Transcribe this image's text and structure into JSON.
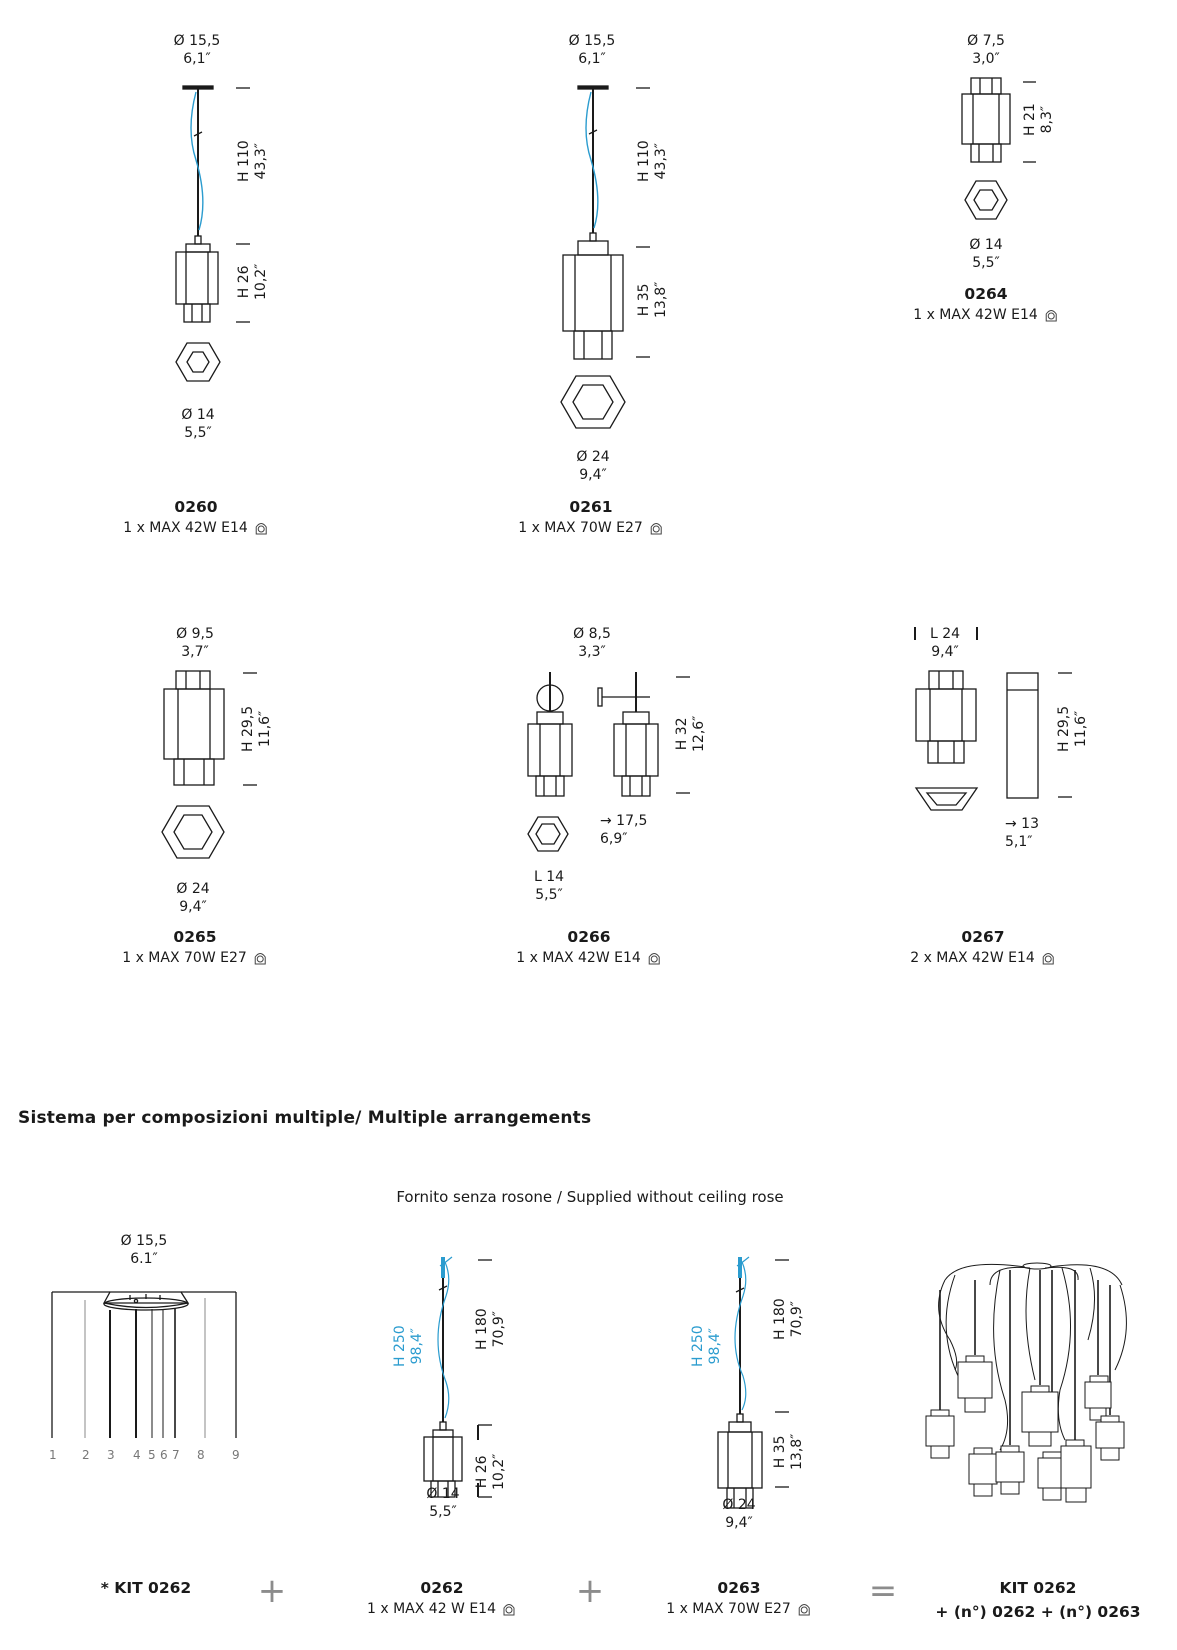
{
  "products": [
    {
      "code": "0260",
      "spec": "1 x MAX 42W E14",
      "dims": {
        "top_diameter": [
          "Ø 15,5",
          "6,1″"
        ],
        "cable_height": [
          "H 110",
          "43,3″"
        ],
        "body_height": [
          "H 26",
          "10,2″"
        ],
        "bottom_diameter": [
          "Ø 14",
          "5,5″"
        ]
      }
    },
    {
      "code": "0261",
      "spec": "1 x MAX 70W E27",
      "dims": {
        "top_diameter": [
          "Ø 15,5",
          "6,1″"
        ],
        "cable_height": [
          "H 110",
          "43,3″"
        ],
        "body_height": [
          "H 35",
          "13,8″"
        ],
        "bottom_diameter": [
          "Ø 24",
          "9,4″"
        ]
      }
    },
    {
      "code": "0264",
      "spec": "1 x MAX 42W E14",
      "dims": {
        "top_diameter": [
          "Ø 7,5",
          "3,0″"
        ],
        "body_height": [
          "H 21",
          "8,3″"
        ],
        "bottom_diameter": [
          "Ø 14",
          "5,5″"
        ]
      }
    },
    {
      "code": "0265",
      "spec": "1 x MAX 70W E27",
      "dims": {
        "top_diameter": [
          "Ø 9,5",
          "3,7″"
        ],
        "body_height": [
          "H 29,5",
          "11,6″"
        ],
        "bottom_diameter": [
          "Ø 24",
          "9,4″"
        ]
      }
    },
    {
      "code": "0266",
      "spec": "1 x MAX 42W E14",
      "dims": {
        "top_diameter": [
          "Ø 8,5",
          "3,3″"
        ],
        "body_height": [
          "H 32",
          "12,6″"
        ],
        "projection": [
          "→ 17,5",
          "6,9″"
        ],
        "length": [
          "L 14",
          "5,5″"
        ]
      }
    },
    {
      "code": "0267",
      "spec": "2 x MAX 42W E14",
      "dims": {
        "length": [
          "L 24",
          "9,4″"
        ],
        "body_height": [
          "H 29,5",
          "11,6″"
        ],
        "projection": [
          "→ 13",
          "5,1″"
        ]
      }
    }
  ],
  "section": {
    "title": "Sistema per composizioni multiple/ Multiple arrangements",
    "note": "Fornito senza rosone / Supplied without ceiling rose"
  },
  "kit": {
    "diameter": [
      "Ø 15,5",
      "6.1″"
    ],
    "positions": [
      "1",
      "2",
      "3",
      "4",
      "5",
      "6",
      "7",
      "8",
      "9"
    ],
    "label": "* KIT 0262"
  },
  "multi": [
    {
      "code": "0262",
      "spec": "1 x MAX 42 W E14",
      "cable": [
        "H 250",
        "98,4″"
      ],
      "max_height": [
        "H 180",
        "70,9″"
      ],
      "body_height": [
        "H 26",
        "10,2″"
      ],
      "diameter": [
        "Ø 14",
        "5,5″"
      ]
    },
    {
      "code": "0263",
      "spec": "1 x MAX 70W E27",
      "cable": [
        "H 250",
        "98,4″"
      ],
      "max_height": [
        "H 180",
        "70,9″"
      ],
      "body_height": [
        "H 35",
        "13,8″"
      ],
      "diameter": [
        "Ø 24",
        "9,4″"
      ]
    }
  ],
  "operators": {
    "plus1": "+",
    "plus2": "+",
    "equals": "="
  },
  "result": {
    "line1": "KIT 0262",
    "line2": "+ (n°) 0262 + (n°) 0263"
  },
  "colors": {
    "cable": "#2b9ccf",
    "line": "#1a1a1a",
    "operator": "#8c8c8c"
  }
}
